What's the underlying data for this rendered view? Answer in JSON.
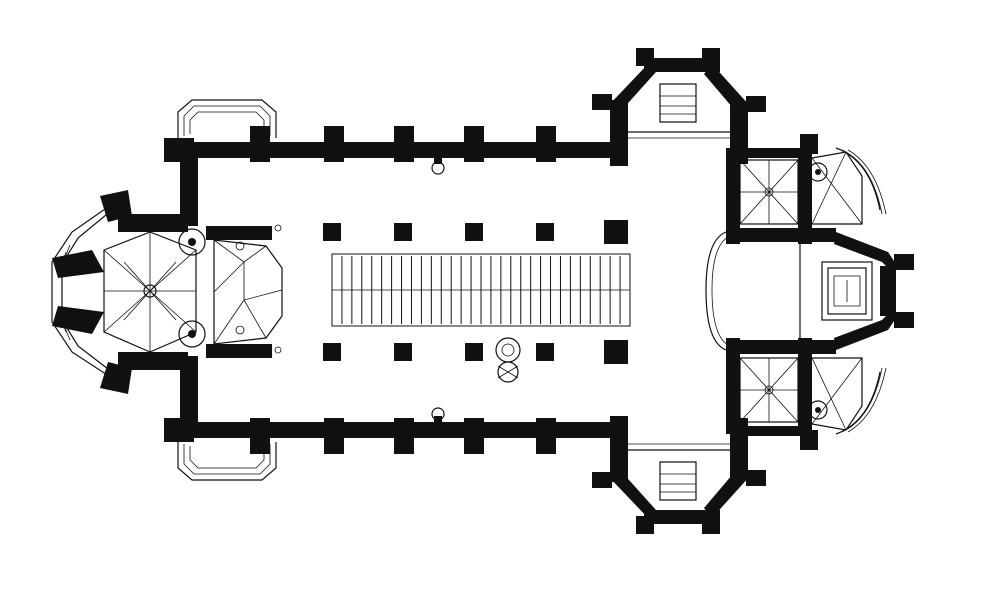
{
  "figure": {
    "kind": "architectural floor plan",
    "orientation": "horizontal",
    "palette": {
      "ink": "#111111",
      "paper": "#ffffff"
    },
    "labels": []
  },
  "nave": {
    "pier_rows": 2,
    "piers_per_row": 5,
    "pew_slats": 30
  },
  "west_choir": {
    "shape": "polygonal apse",
    "stair_turrets": 2
  },
  "east_end": {
    "shape": "polygonal apse with transept towers",
    "towers": 2,
    "chapels": 4
  }
}
